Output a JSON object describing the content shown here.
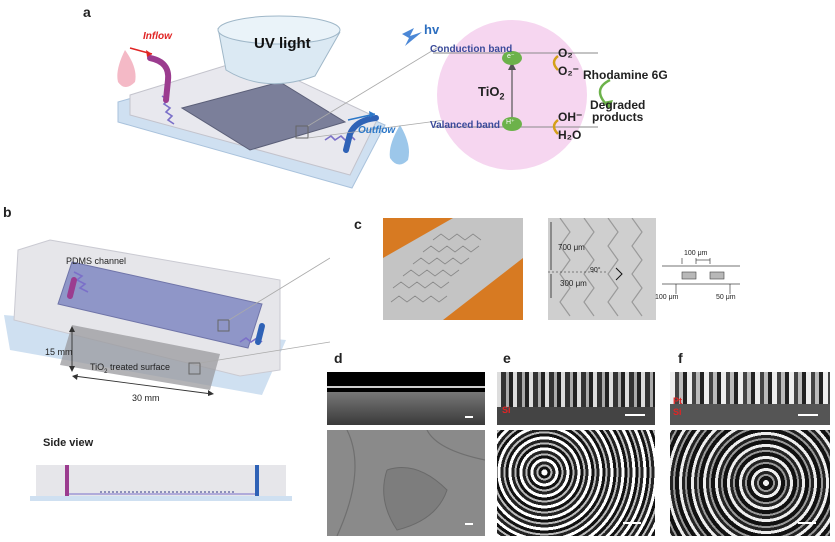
{
  "figure": {
    "panel_a": {
      "label": "a",
      "inflow": "Inflow",
      "outflow": "Outflow",
      "uv_light": "UV light",
      "hv": "hv",
      "conduction_band": "Conduction band",
      "valanced_band": "Valanced band",
      "tio2": "TiO",
      "tio2_sub": "2",
      "electron": "e⁻",
      "hole": "H⁺",
      "o2": "O₂",
      "o2_minus": "O₂⁻",
      "rhodamine": "Rhodamine 6G",
      "degraded_1": "Degraded",
      "degraded_2": "products",
      "oh": "OH⁻",
      "h2o": "H₂O"
    },
    "panel_b": {
      "label": "b",
      "pdms_channel": "PDMS channel",
      "dim_15": "15 mm",
      "dim_30": "30 mm",
      "treated_surface_pre": "TiO",
      "treated_surface_sub": "2",
      "treated_surface_post": " treated surface",
      "side_view": "Side view"
    },
    "panel_c": {
      "label": "c",
      "dim_700": "700 μm",
      "dim_300": "300 μm",
      "angle_90": "90°",
      "dim_100_top": "100 μm",
      "dim_100_bottom": "100 μm",
      "dim_50": "50 μm"
    },
    "panel_d": {
      "label": "d"
    },
    "panel_e": {
      "label": "e",
      "si": "Si"
    },
    "panel_f": {
      "label": "f",
      "pt": "Pt",
      "si": "Si"
    },
    "colors": {
      "pdms_body": "#e6e6ea",
      "channel_fill": "#8f96c8",
      "inflow_tube": "#9b3c8f",
      "outflow_tube": "#2f62b6",
      "substrate": "#c9dcef",
      "inflow_text": "#e02424",
      "outflow_text": "#2b77c8",
      "tio2_circle": "#f6d6f0",
      "band_node": "#6cb24a",
      "orange_chip": "#d77a22"
    }
  }
}
